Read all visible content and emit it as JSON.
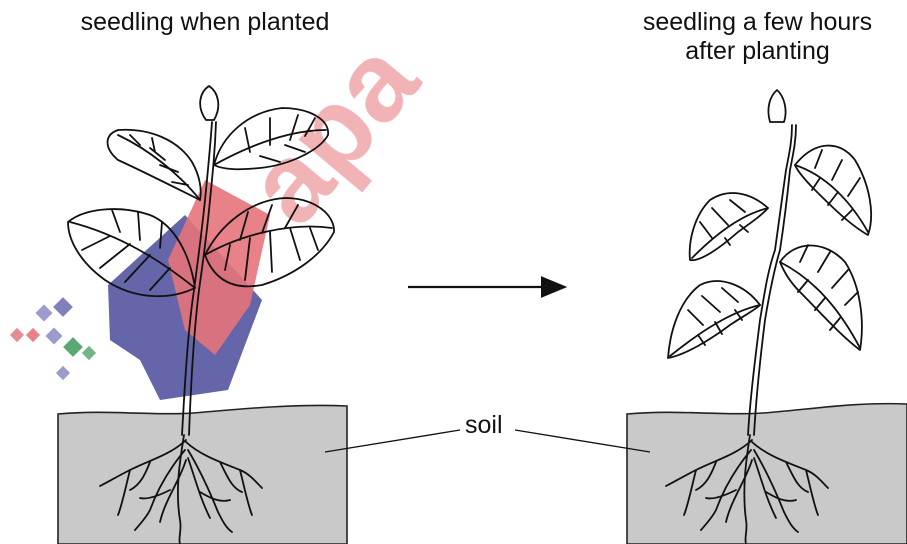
{
  "diagram": {
    "left_caption": "seedling when planted",
    "right_caption_line1": "seedling a few hours",
    "right_caption_line2": "after planting",
    "soil_label": "soil",
    "soil_color": "#c9c9c9",
    "watermark_text": "apa",
    "watermark_red": "#e05b63",
    "watermark_blue": "#4a4a9a",
    "watermark_green": "#3d9a5a"
  }
}
